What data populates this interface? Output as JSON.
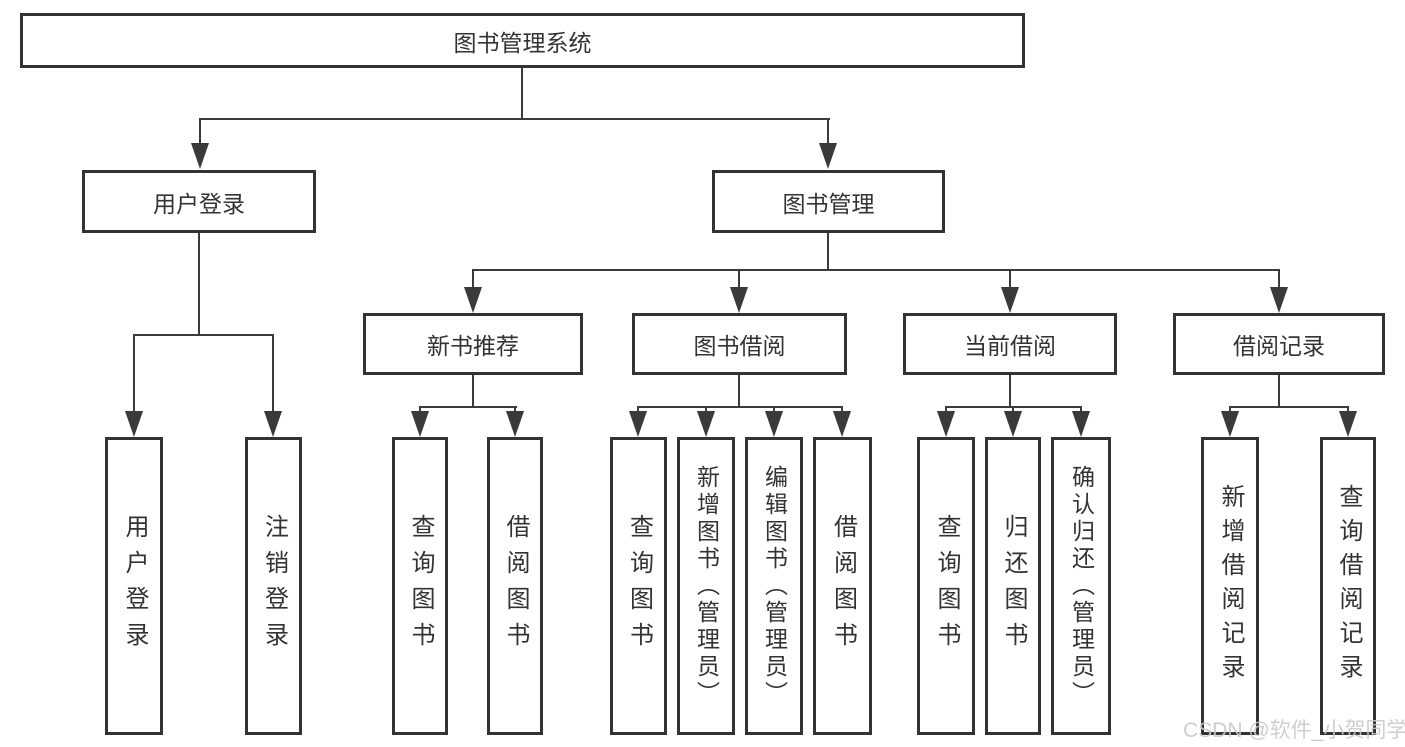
{
  "tree": {
    "root": "图书管理系统",
    "branches": [
      {
        "label": "用户登录",
        "children": [
          "用户登录",
          "注销登录"
        ]
      },
      {
        "label": "图书管理",
        "children": [
          {
            "label": "新书推荐",
            "children": [
              "查询图书",
              "借阅图书"
            ]
          },
          {
            "label": "图书借阅",
            "children": [
              "查询图书",
              "新增图书（管理员）",
              "编辑图书（管理员）",
              "借阅图书"
            ]
          },
          {
            "label": "当前借阅",
            "children": [
              "查询图书",
              "归还图书",
              "确认归还（管理员）"
            ]
          },
          {
            "label": "借阅记录",
            "children": [
              "新增借阅记录",
              "查询借阅记录"
            ]
          }
        ]
      }
    ]
  },
  "watermark": {
    "text": "CSDN @软件_小贺同学"
  },
  "colors": {
    "line": "#3a3a3a",
    "box_border": "#333333",
    "text": "#333333",
    "watermark": "#c7cacd",
    "background": "#ffffff"
  }
}
